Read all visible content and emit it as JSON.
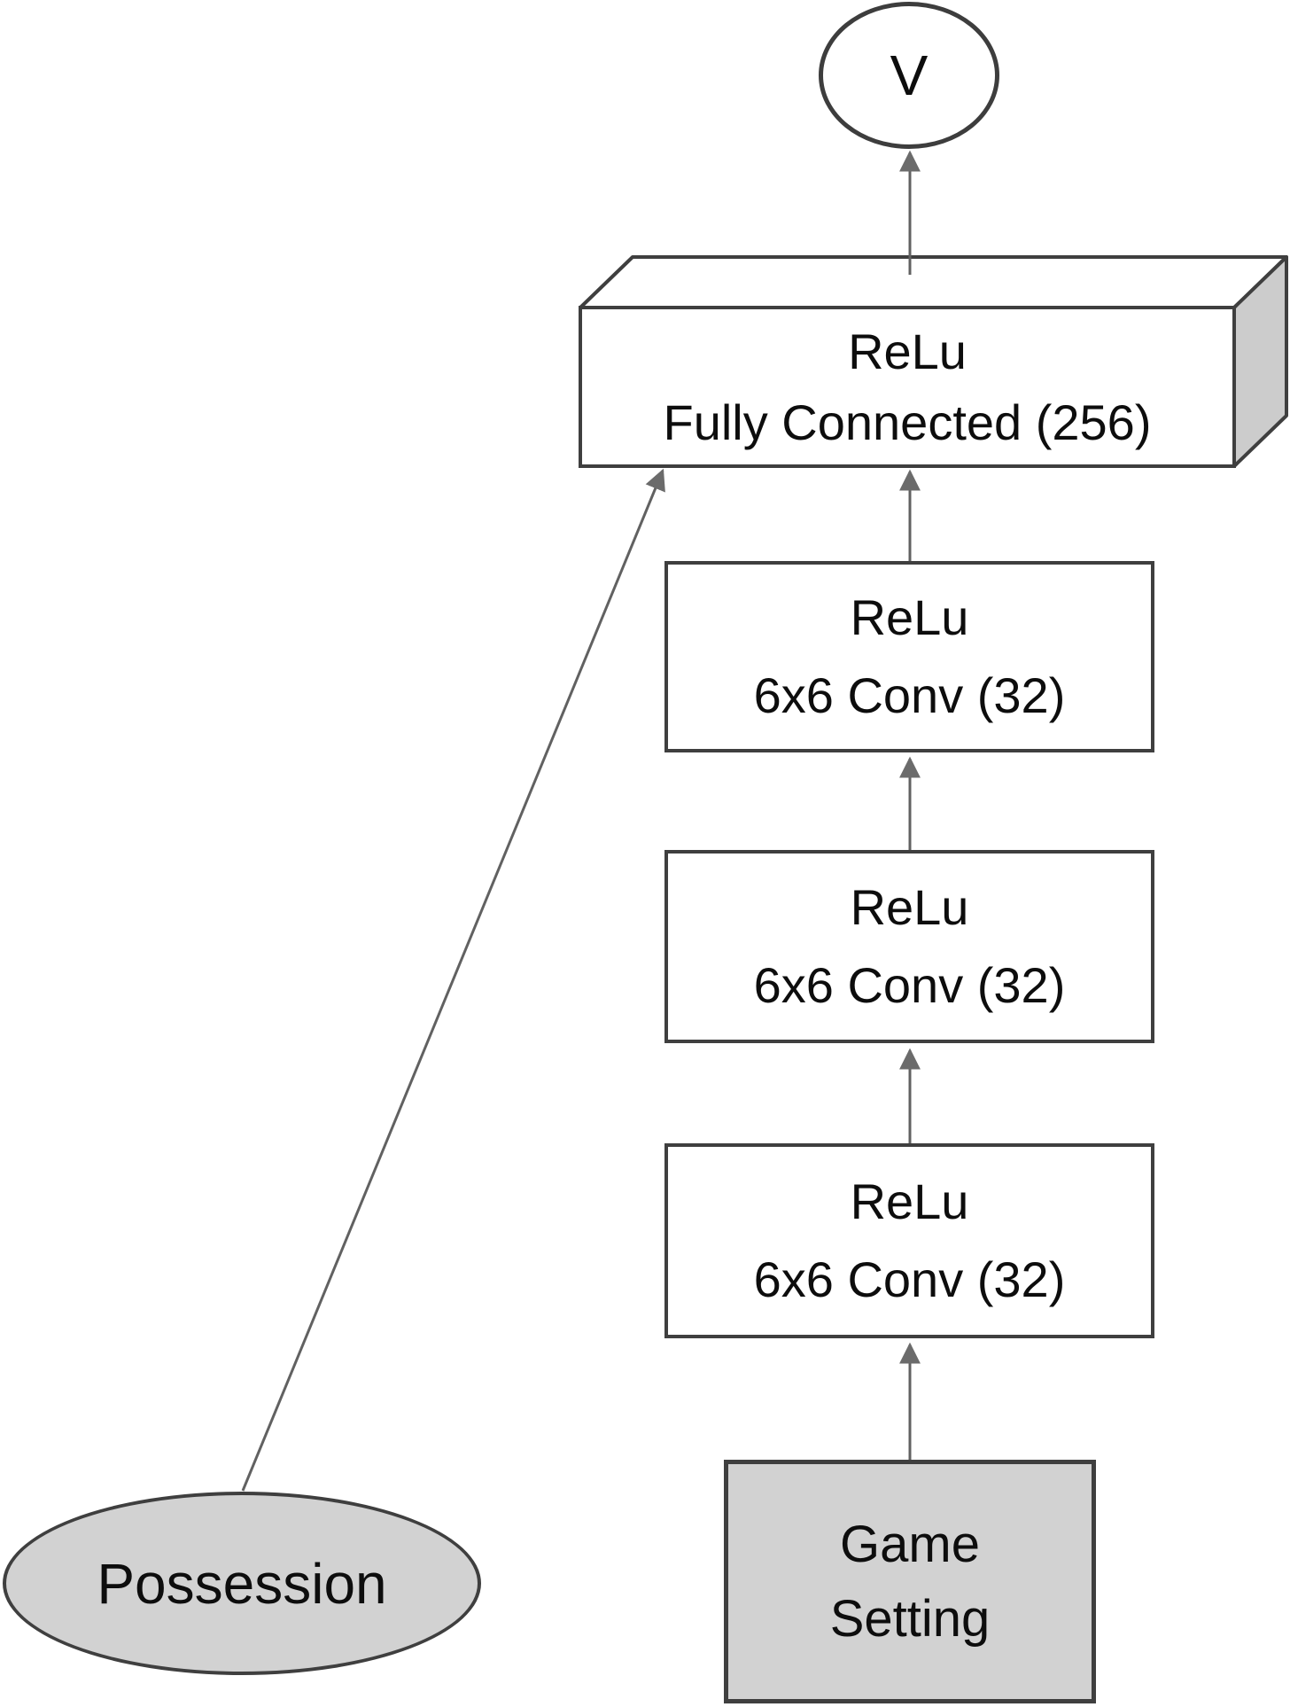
{
  "diagram": {
    "output_node": {
      "label": "V"
    },
    "fc_layer": {
      "line1": "ReLu",
      "line2": "Fully Connected (256)"
    },
    "conv_layers": [
      {
        "line1": "ReLu",
        "line2": "6x6 Conv (32)"
      },
      {
        "line1": "ReLu",
        "line2": "6x6 Conv (32)"
      },
      {
        "line1": "ReLu",
        "line2": "6x6 Conv (32)"
      }
    ],
    "game_setting": {
      "line1": "Game",
      "line2": "Setting"
    },
    "possession": {
      "label": "Possession"
    },
    "colors": {
      "input_fill_gray": "#d2d2d2",
      "layer_fill_white": "#ffffff",
      "border_dark": "#3f3f3f",
      "cube_side_fill": "#cccccc",
      "arrow_gray": "#616161"
    }
  }
}
